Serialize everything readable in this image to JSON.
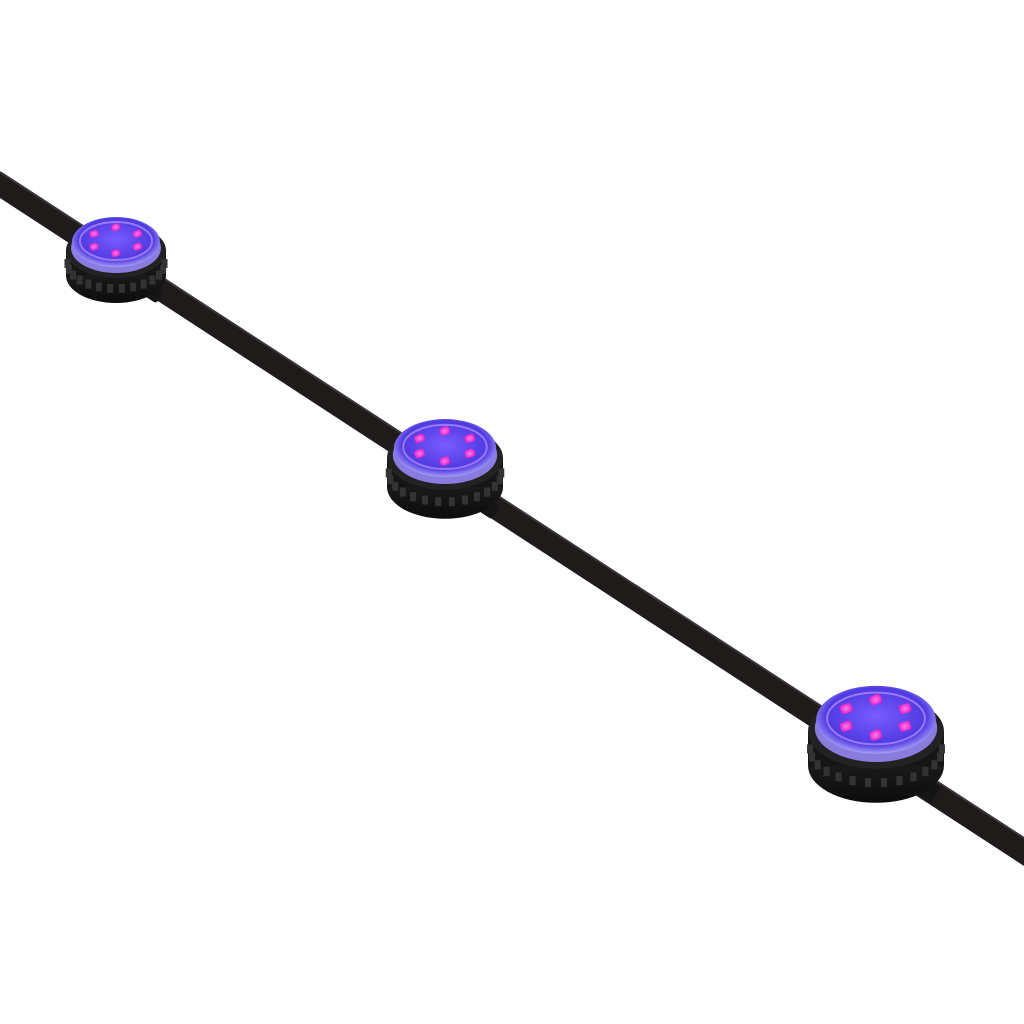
{
  "product": {
    "strip_color": "#1e1b1a",
    "housing_color": "#161515",
    "lens_color": "#5a4cf0",
    "lens_glow": "#9b8cff",
    "led_color": "#ff2fd6",
    "nodes": [
      {
        "led_count": 6
      },
      {
        "led_count": 6
      },
      {
        "led_count": 6
      }
    ]
  }
}
